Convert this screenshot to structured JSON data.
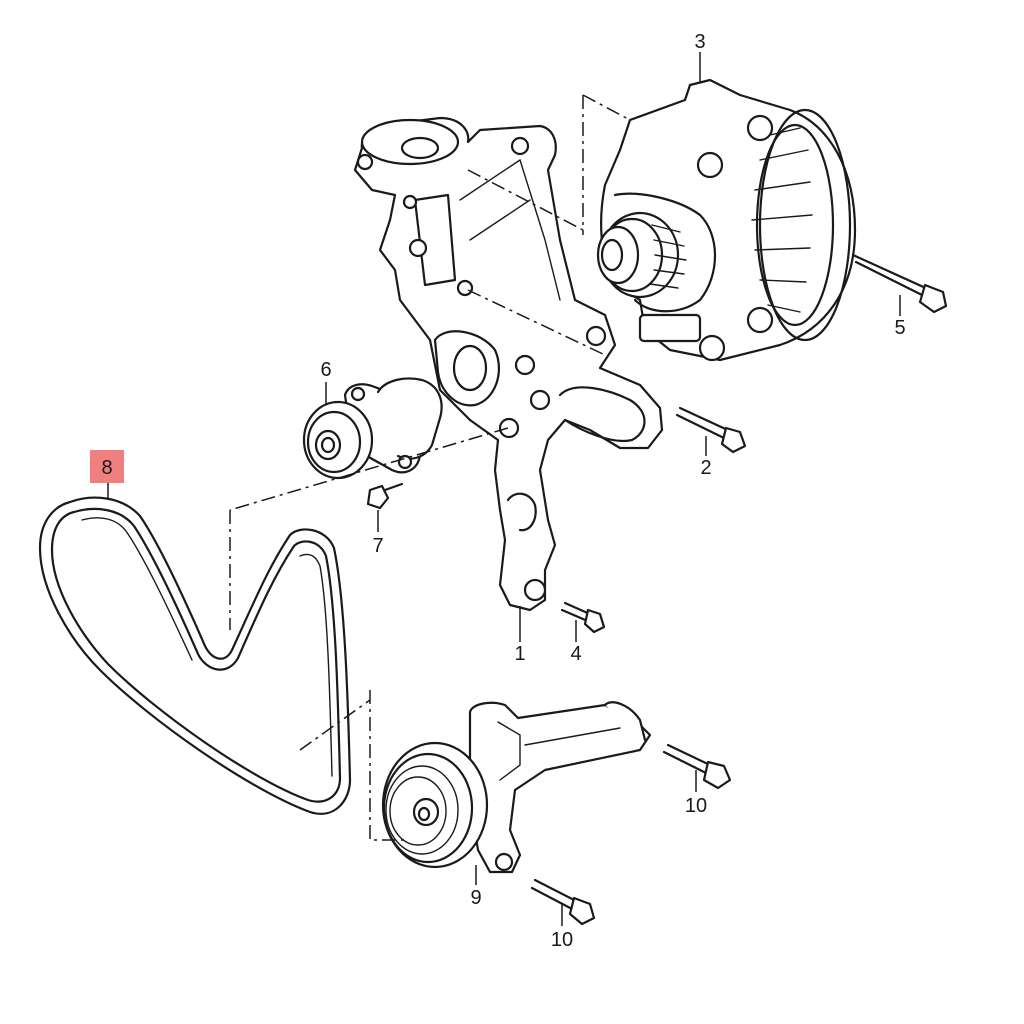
{
  "callouts": [
    {
      "id": "1",
      "label": "1"
    },
    {
      "id": "2",
      "label": "2"
    },
    {
      "id": "3",
      "label": "3"
    },
    {
      "id": "4",
      "label": "4"
    },
    {
      "id": "5",
      "label": "5"
    },
    {
      "id": "6",
      "label": "6"
    },
    {
      "id": "7",
      "label": "7"
    },
    {
      "id": "8",
      "label": "8",
      "highlighted": true,
      "highlight_color": "#f08080"
    },
    {
      "id": "9",
      "label": "9"
    },
    {
      "id": "10a",
      "label": "10"
    },
    {
      "id": "10b",
      "label": "10"
    }
  ],
  "colors": {
    "line": "#1a1a1a",
    "background": "#ffffff",
    "highlight": "#f08080"
  }
}
